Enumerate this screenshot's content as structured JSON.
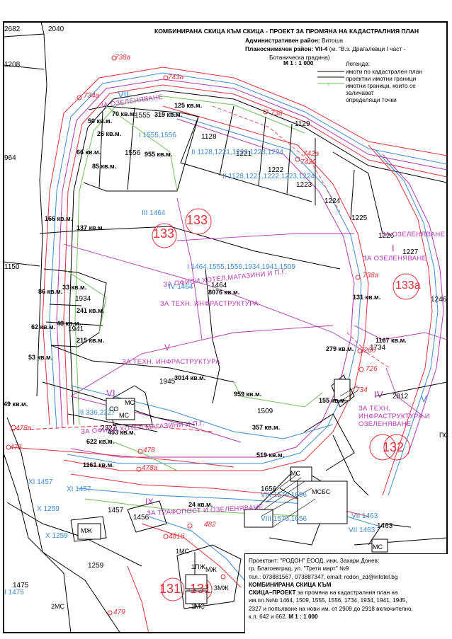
{
  "header": {
    "title": "КОМБИНИРАНА СКИЦА КЪМ  СКИЦА - ПРОЕКТ ЗА ПРОМЯНА НА КАДАСТРАЛНИЯ ПЛАН",
    "district_label": "Административен район:",
    "district_value": "Витоша",
    "sheet_label": "Планоснимачен район:",
    "sheet_value_bold": "VII-4",
    "sheet_value_rest": "(м. \"В.з. Драгалевци I част -",
    "sheet_value_line2": "Ботаническа градина)",
    "scale": "М 1 : 1 000"
  },
  "legend": {
    "title": "Легенда:",
    "items": [
      {
        "text": "имоти по кадастрален план",
        "color": "#000000"
      },
      {
        "text": "проектни имотни граници",
        "color": "#000000"
      },
      {
        "text": "имотни граници, които се",
        "color": "#6fbf55"
      },
      {
        "text": "заличават",
        "color": ""
      },
      {
        "text": "определящи точки",
        "color": ""
      }
    ]
  },
  "title_block": {
    "line1": "Проектант: \"РОДОН\" ЕООД, инж. Захари Донев:",
    "line2": "гр. Благоевград, ул. \"Трети март\" №9",
    "line3": "тел.: 073881567, 073887347, email: rodon_zd@infotel.bg",
    "line4": "КОМБИНИРАНА СКИЦА КЪМ",
    "line5_bold": "СКИЦА–ПРОЕКТ",
    "line5_rest": "за промяна на кадастралния план на",
    "line6": "им.пл.№№ 1464, 1509, 1555, 1556, 1734, 1934, 1941, 1945,",
    "line7": "2327 и попълване на нови им. от 2909 до 2918 включително,",
    "line8_rest": "к.л. 642 и 662,",
    "line8_bold": "М 1 : 1 000"
  },
  "colors": {
    "black": "#000000",
    "cyan": "#3b8bd6",
    "green": "#6fbf55",
    "magenta": "#b435b4",
    "red": "#e0303a",
    "pink": "#f08080"
  },
  "map": {
    "block_numbers": [
      {
        "text": "133"
      },
      {
        "text": "133"
      },
      {
        "text": "133а"
      },
      {
        "text": "131"
      },
      {
        "text": "131"
      },
      {
        "text": "132"
      }
    ],
    "parcel_numbers": [
      "2682",
      "2040",
      "1208",
      "964",
      "1150",
      "1128",
      "1129",
      "1221",
      "1222",
      "1223",
      "1224",
      "1225",
      "1226",
      "1227",
      "1246",
      "1464",
      "1934",
      "1941",
      "1945",
      "1509",
      "1555",
      "1556",
      "1457",
      "1456",
      "1259",
      "1475",
      "1656",
      "1463",
      "2812",
      "2327",
      "1734"
    ],
    "areas": [
      "125 кв.м.",
      "70 кв.м.",
      "319 кв.м.",
      "50 кв.м.",
      "26 кв.м.",
      "66 кв.м.",
      "955 кв.м.",
      "85 кв.м.",
      "166 кв.м.",
      "137 кв.м.",
      "86 кв.м.",
      "33 кв.м.",
      "8076 кв.м.",
      "131 кв.м.",
      "241 кв.м.",
      "62 кв.м.",
      "48 кв.м.",
      "215 кв.м.",
      "1167 кв.м.",
      "279 кв.м.",
      "53 кв.м.",
      "3014 кв.м.",
      "959 кв.м.",
      "155 кв.м.",
      "49 кв.м.",
      "493 кв.м.",
      "357 кв.м.",
      "622 кв.м.",
      "519 кв.м.",
      "1161 кв.м.",
      "24 кв.м."
    ],
    "purposes": [
      "ЗА ОЗЕЛЕНЯВАНЕ",
      "ЗА ОФИСИ,ХОТЕЛ,МАГАЗИНИ И П.Г.",
      "ЗА ТЕХН. ИНФРАСТРУКТУРА",
      "ЗА ТЕХН. ИНФРАСТРУКТУРА",
      "ЗА ОФИСИ,ХОТЕЛ,МАГАЗИНИ И П.Г.",
      "ЗА ТЕХН. ИНФРАСТРУКТУРА И ОЗЕЛЕНЯВАНЕ",
      "ЗА ТРАФОПОСТ И ОЗЕЛЕНЯВАНЕ",
      "ЗА ОЗЕЛЕНЯВАНЕ",
      "ЗА ОЗЕЛЕНЯВАНЕ"
    ],
    "roman_lots": [
      "VII",
      "I 1555,1556",
      "II 1128,1221,1222,1223,1224",
      "II 1128,1221,1222,1223,1224",
      "III 1464",
      "I 1464,1555,1556,1934,1941,1509",
      "IV 1464",
      "V",
      "VI",
      "III 336,2327",
      "I",
      "IV",
      "V",
      "XI 1457",
      "XI 1457",
      "X 1259",
      "X 1259",
      "IX",
      "VIII 1574,1656",
      "VIII 1575,1656",
      "VII 1463",
      "VII 1463",
      "I 1475"
    ],
    "points": [
      "738а",
      "743а",
      "734а",
      "738",
      "742а",
      "742б",
      "738а",
      "726б",
      "734",
      "726",
      "478а",
      "478",
      "478",
      "478а",
      "482",
      "481б",
      "479"
    ],
    "buildings": [
      "МС",
      "СО",
      "МС",
      "МС",
      "МСБС",
      "МЖ",
      "МЖ",
      "МС",
      "2МС",
      "1МС",
      "1МС",
      "3МЖ",
      "1ПЖ",
      "ПС"
    ]
  }
}
